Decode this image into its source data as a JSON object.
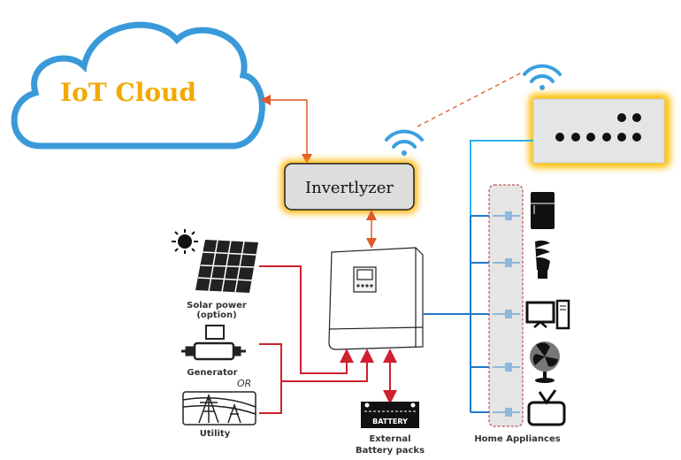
{
  "cloud": {
    "label": "IoT Cloud",
    "label_color": "#f2a900",
    "outline_color": "#3a9ad9"
  },
  "device": {
    "label": "Invertlyzer",
    "glow_color": "#ffc000"
  },
  "sources": {
    "solar": {
      "label_line1": "Solar power",
      "label_line2": "(option)"
    },
    "generator": {
      "label": "Generator"
    },
    "or_label": "OR",
    "utility": {
      "label": "Utility"
    }
  },
  "battery": {
    "icon_text": "BATTERY",
    "label_line1": "External",
    "label_line2": "Battery packs"
  },
  "appliances": {
    "label": "Home Appliances",
    "items": [
      "refrigerator-icon",
      "bulb-icon",
      "computer-icon",
      "fan-icon",
      "tv-icon"
    ]
  },
  "colors": {
    "power_line": "#d0202e",
    "ac_line": "#1f78c8",
    "link": "#e05a2a"
  }
}
